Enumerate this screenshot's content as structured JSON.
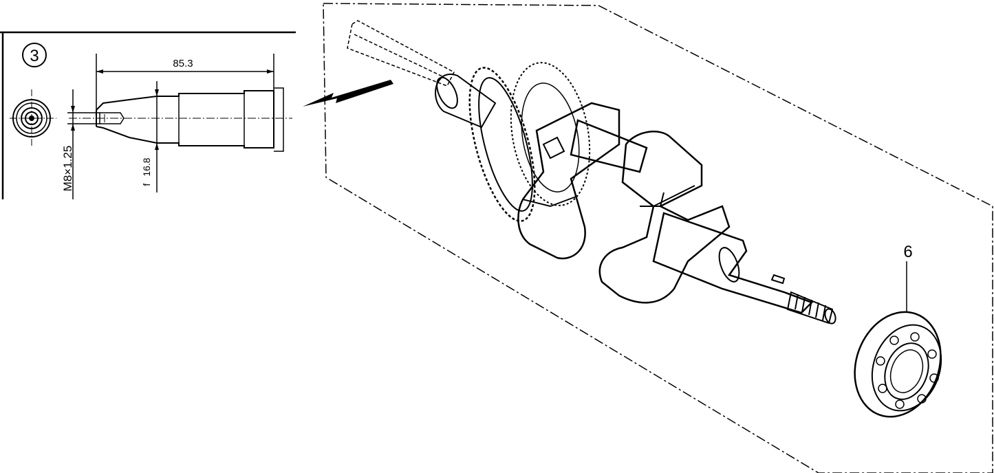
{
  "detail_inset": {
    "callout_number": "3",
    "length_dimension": "85.3",
    "diameter_symbol": "f",
    "diameter_dimension": "16.8",
    "thread_spec": "M8×1.25"
  },
  "exploded_view": {
    "part_callout": "6"
  },
  "colors": {
    "line": "#000000",
    "background": "#ffffff"
  }
}
